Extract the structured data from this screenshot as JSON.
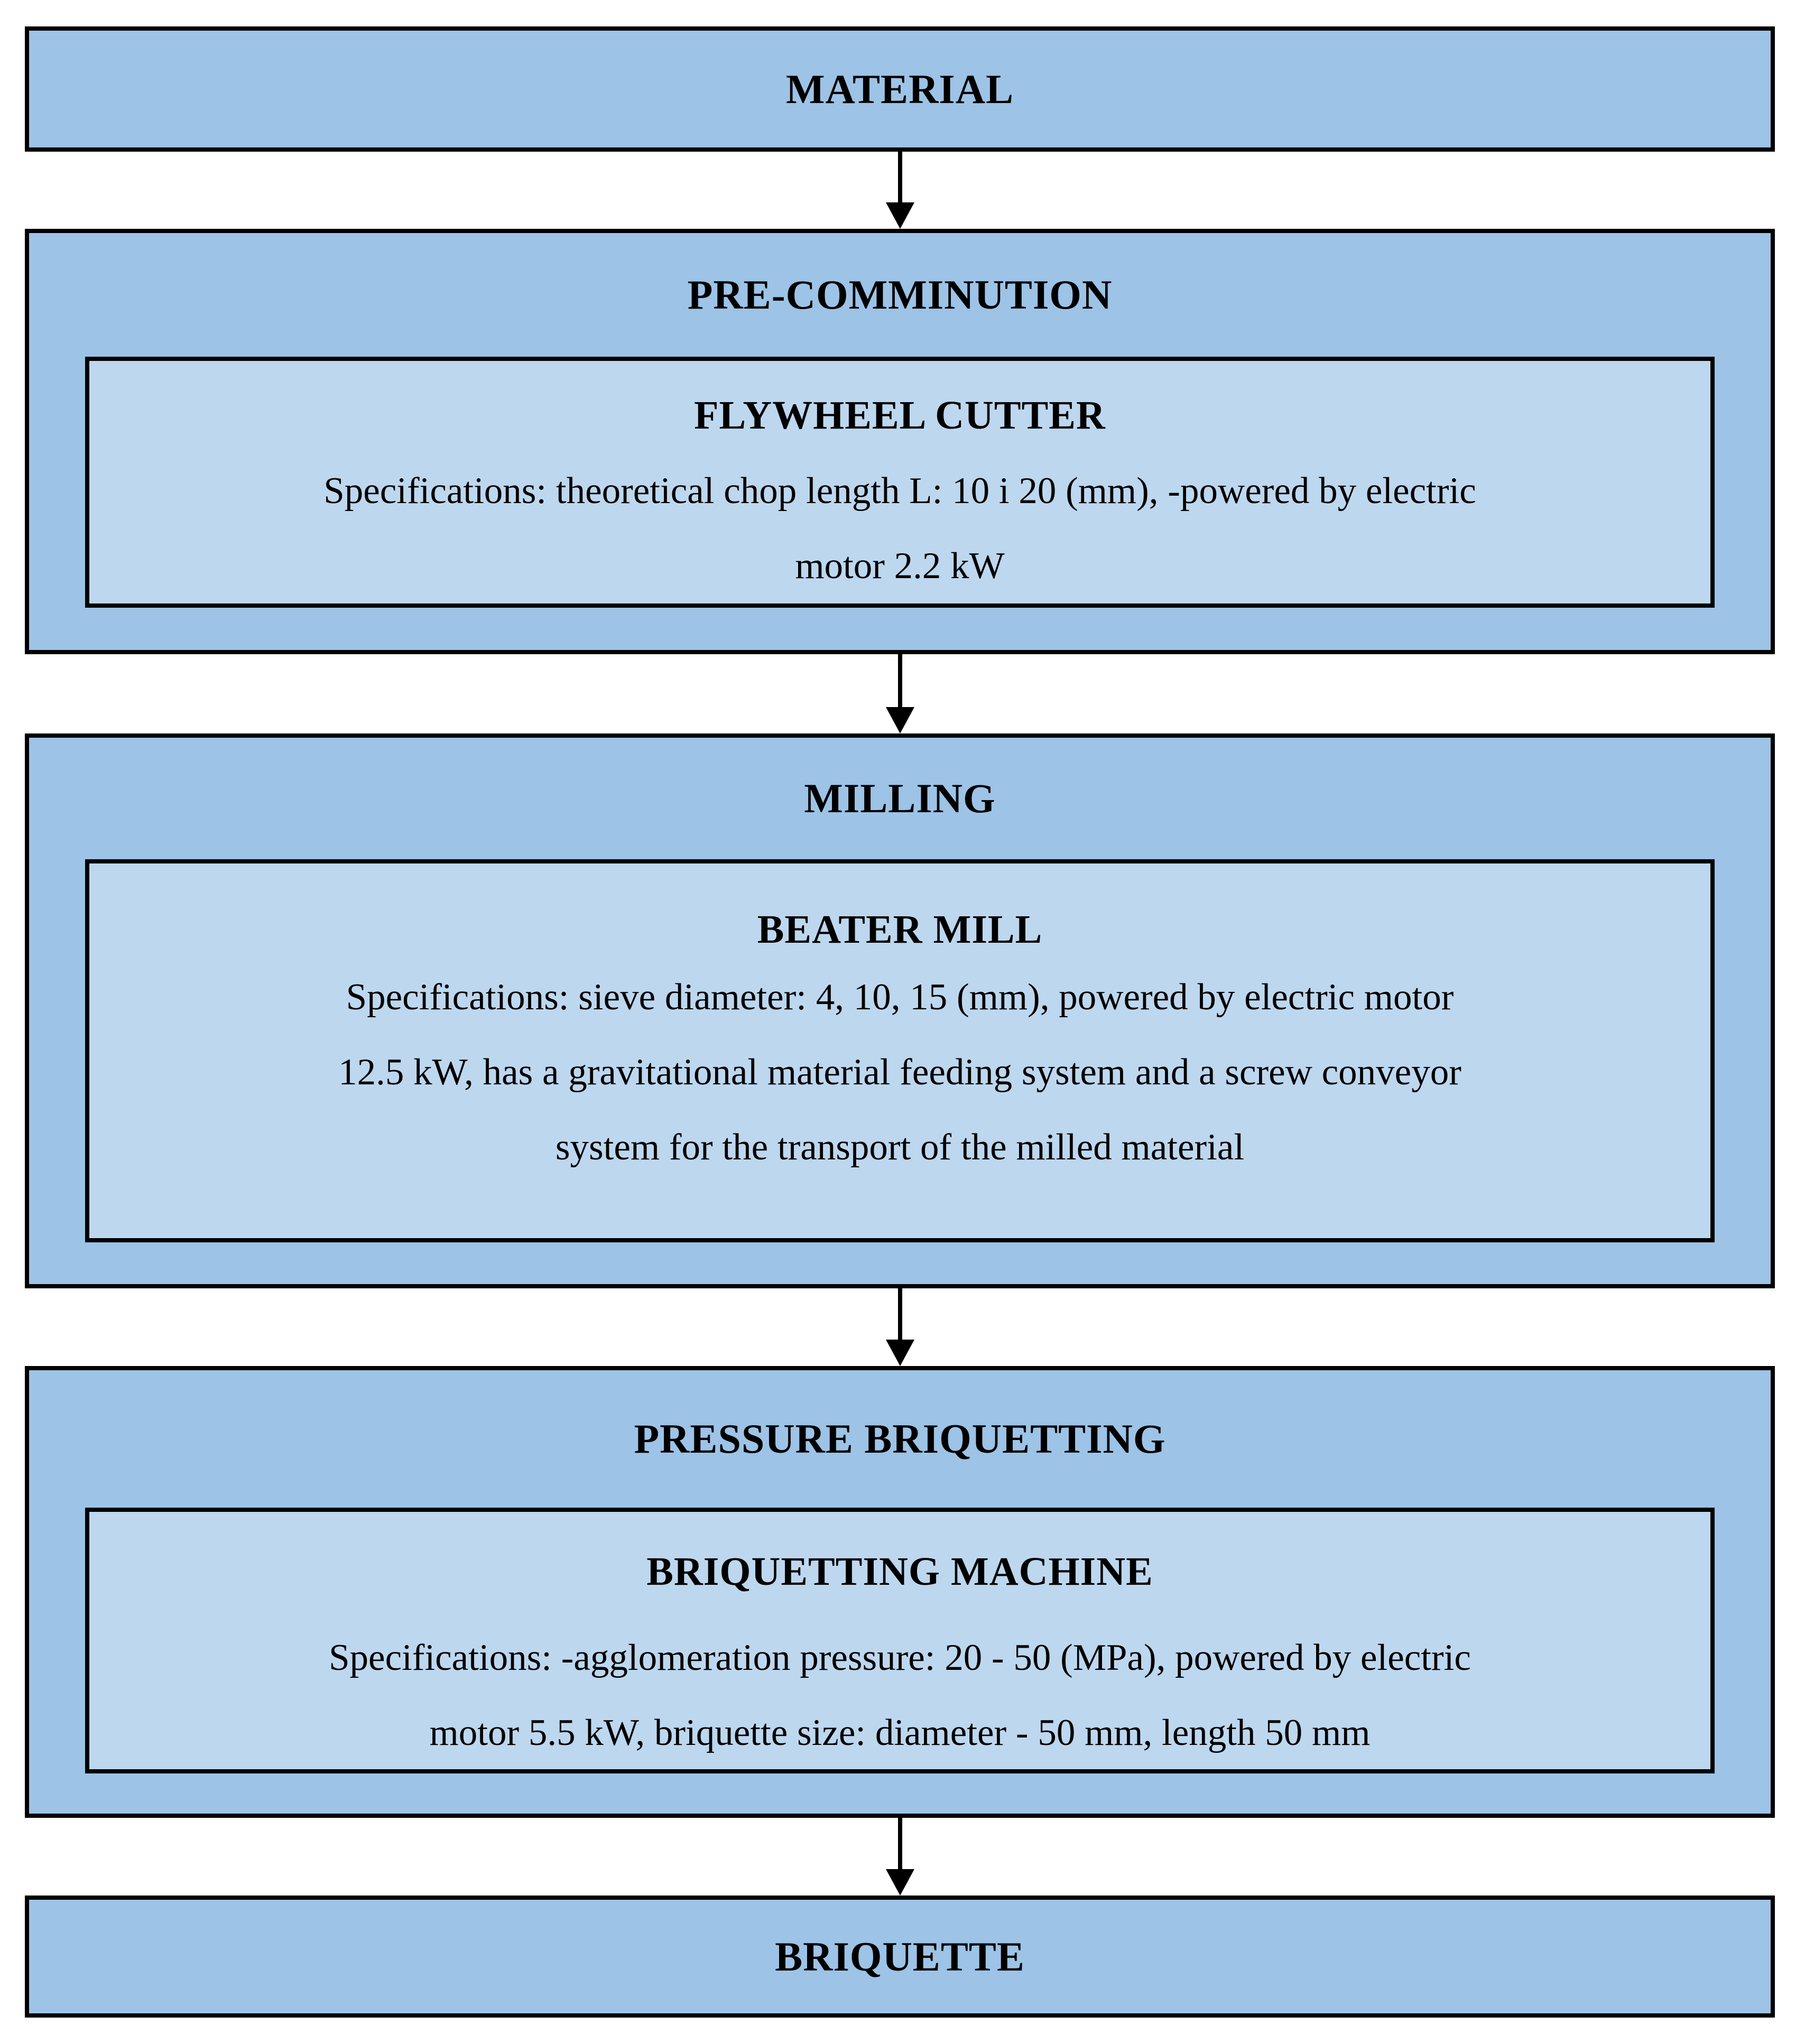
{
  "colors": {
    "stage-fill": "#9DC3E6",
    "machine-fill": "#BDD7EE",
    "border": "#000000",
    "page-bg": "#FFFFFF"
  },
  "flowchart": {
    "material": {
      "label": "MATERIAL"
    },
    "pre_comminution": {
      "label": "PRE-COMMINUTION",
      "machine": {
        "name": "FLYWHEEL CUTTER",
        "spec_lines": [
          "Specifications: theoretical chop length L: 10 i 20 (mm), -powered by electric",
          "motor 2.2 kW"
        ]
      }
    },
    "milling": {
      "label": "MILLING",
      "machine": {
        "name": "BEATER MILL",
        "spec_lines": [
          "Specifications: sieve diameter: 4, 10, 15 (mm), powered by electric motor",
          "12.5 kW, has a gravitational material feeding system and a screw conveyor",
          "system for the transport of the milled material"
        ]
      }
    },
    "pressure_briquetting": {
      "label": "PRESSURE BRIQUETTING",
      "machine": {
        "name": "BRIQUETTING MACHINE",
        "spec_lines": [
          "Specifications: -agglomeration pressure: 20 - 50 (MPa), powered by electric",
          "motor 5.5 kW, briquette size: diameter - 50 mm, length 50 mm"
        ]
      }
    },
    "briquette": {
      "label": "BRIQUETTE"
    }
  }
}
